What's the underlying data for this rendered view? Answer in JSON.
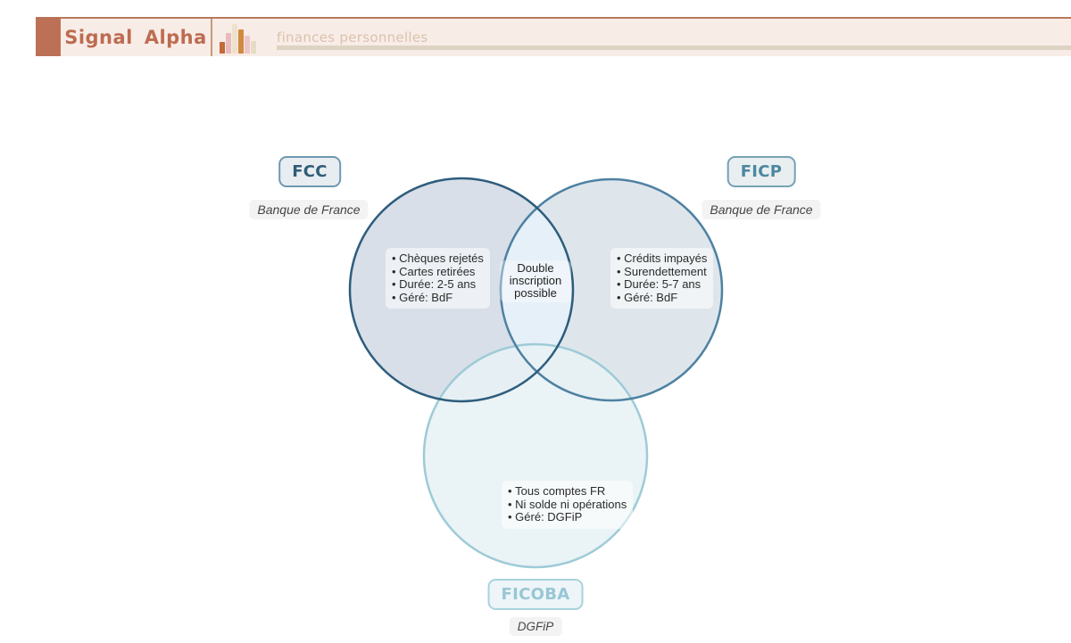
{
  "header": {
    "brand": "Signal Alpha",
    "context_label": "finances personnelles",
    "logo_icon": "bar-chart-icon"
  },
  "diagram": {
    "type": "venn",
    "sets": [
      {
        "id": "fcc",
        "label": "FCC",
        "org": "Banque de France",
        "items": [
          "Chèques rejetés",
          "Cartes retirées",
          "Durée: 2-5 ans",
          "Géré: BdF"
        ]
      },
      {
        "id": "ficp",
        "label": "FICP",
        "org": "Banque de France",
        "items": [
          "Crédits impayés",
          "Surendettement",
          "Durée: 5-7 ans",
          "Géré: BdF"
        ]
      },
      {
        "id": "ficoba",
        "label": "FICOBA",
        "org": "DGFiP",
        "items": [
          "Tous comptes FR",
          "Ni solde ni opérations",
          "Géré: DGFiP"
        ]
      }
    ],
    "intersection_label": "Double inscription possible"
  },
  "colors": {
    "accent_terracotta": "#bc7156",
    "brand_text": "#bd6c51",
    "header_bg": "#f8ece7",
    "header_top_line": "#b5795a",
    "context_text": "#d9c3ac",
    "underline_tan": "#ded3c3",
    "fcc_stroke": "#2e5d7d",
    "fcc_fill": "#d8dfe8",
    "ficp_stroke": "#4e81a2",
    "ficp_fill": "#dee6ec",
    "ficoba_stroke": "#9ecbd7",
    "ficoba_fill": "#e8f2f5",
    "intersection_fill": "#e6f0f8"
  }
}
